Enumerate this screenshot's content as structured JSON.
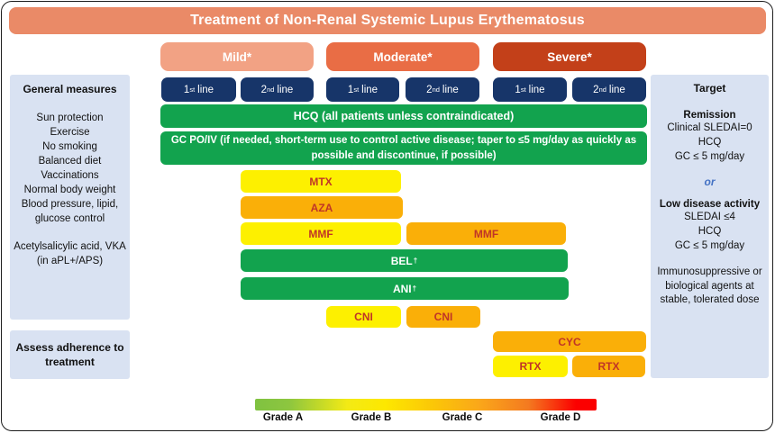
{
  "figure": {
    "title": "Treatment of Non-Renal Systemic Lupus Erythematosus"
  },
  "colors": {
    "banner": "#EA8A67",
    "mild": "#F2A284",
    "moderate": "#E96D45",
    "severe": "#C34019",
    "navy": "#173569",
    "green": "#12A34E",
    "yellow": "#FDF000",
    "orange": "#FAAF08",
    "panel_blue": "#D9E2F2",
    "bar_text_red": "#C03527",
    "or_blue": "#4472C4"
  },
  "severity_columns": [
    {
      "label": "Mild*",
      "buttons": [
        {
          "num": "1",
          "ord": "st",
          "word": "line"
        },
        {
          "num": "2",
          "ord": "nd",
          "word": "line"
        }
      ]
    },
    {
      "label": "Moderate*",
      "buttons": [
        {
          "num": "1",
          "ord": "st",
          "word": "line"
        },
        {
          "num": "2",
          "ord": "nd",
          "word": "line"
        }
      ]
    },
    {
      "label": "Severe*",
      "buttons": [
        {
          "num": "1",
          "ord": "st",
          "word": "line"
        },
        {
          "num": "2",
          "ord": "nd",
          "word": "line"
        }
      ]
    }
  ],
  "general_measures": {
    "heading": "General measures",
    "items": [
      "Sun protection",
      "Exercise",
      "No smoking",
      "Balanced diet",
      "Vaccinations",
      "Normal body weight",
      "Blood pressure, lipid, glucose control"
    ],
    "items2": [
      "Acetylsalicylic acid, VKA",
      "(in aPL+/APS)"
    ],
    "adherence": "Assess adherence to treatment"
  },
  "target_panel": {
    "heading": "Target",
    "remission_heading": "Remission",
    "remission_lines": [
      "Clinical SLEDAI=0",
      "HCQ",
      "GC ≤ 5 mg/day"
    ],
    "or_label": "or",
    "lda_heading": "Low disease activity",
    "lda_lines": [
      "SLEDAI ≤4",
      "HCQ",
      "GC ≤ 5 mg/day"
    ],
    "note": "Immunosuppressive or biological agents at stable, tolerated dose"
  },
  "treatment_bars": {
    "hcq": "HCQ (all patients unless contraindicated)",
    "gc": "GC PO/IV (if needed, short-term use to control active disease; taper to ≤5 mg/day as quickly as possible and discontinue, if possible)",
    "mtx": "MTX",
    "aza": "AZA",
    "mmf_mild2_mod1": "MMF",
    "mmf_mod2_sev1": "MMF",
    "bel": "BEL",
    "bel_sup": "†",
    "ani": "ANI",
    "ani_sup": "†",
    "cni_mod1": "CNI",
    "cni_mod2": "CNI",
    "cyc": "CYC",
    "rtx_sev1": "RTX",
    "rtx_sev2": "RTX"
  },
  "legend": {
    "labels": [
      "Grade A",
      "Grade B",
      "Grade C",
      "Grade D"
    ]
  }
}
